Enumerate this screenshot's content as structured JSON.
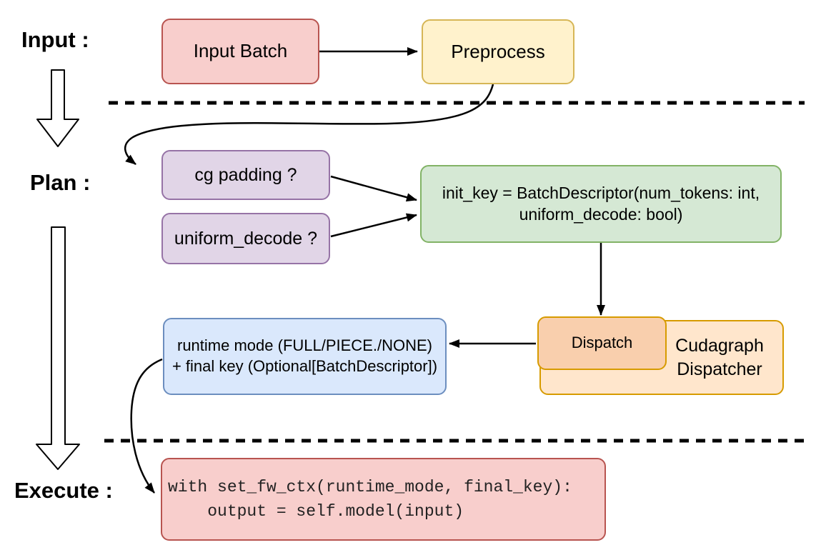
{
  "diagram": {
    "description": "Cudagraph dispatch flow diagram with Input, Plan and Execute phases"
  },
  "sections": {
    "input_label": "Input :",
    "plan_label": "Plan :",
    "execute_label": "Execute :"
  },
  "nodes": {
    "input_batch": {
      "label": "Input Batch"
    },
    "preprocess": {
      "label": "Preprocess"
    },
    "cg_padding": {
      "label": "cg padding ?"
    },
    "uniform_decode": {
      "label": "uniform_decode ?"
    },
    "init_key": {
      "line1": "init_key = BatchDescriptor(num_tokens: int,",
      "line2": "uniform_decode: bool)"
    },
    "dispatch": {
      "label": "Dispatch"
    },
    "cudagraph_dispatcher": {
      "label": "Cudagraph Dispatcher"
    },
    "runtime_mode": {
      "line1": "runtime mode (FULL/PIECE./NONE)",
      "line2": "+ final key (Optional[BatchDescriptor])"
    },
    "execute_code": {
      "line1": "with set_fw_ctx(runtime_mode, final_key):",
      "line2": "    output = self.model(input)"
    }
  },
  "palette": {
    "red_fill": "#f8cecc",
    "red_stroke": "#b85450",
    "yellow_fill": "#fff2cc",
    "yellow_stroke": "#d6b656",
    "purple_fill": "#e1d5e7",
    "purple_stroke": "#9673a6",
    "green_fill": "#d5e8d4",
    "green_stroke": "#82b366",
    "blue_fill": "#dae8fc",
    "blue_stroke": "#6c8ebf",
    "orange_light_fill": "#ffe6cc",
    "orange_dark_fill": "#f9cfad",
    "orange_stroke": "#d79b00",
    "connector": "#000000"
  }
}
